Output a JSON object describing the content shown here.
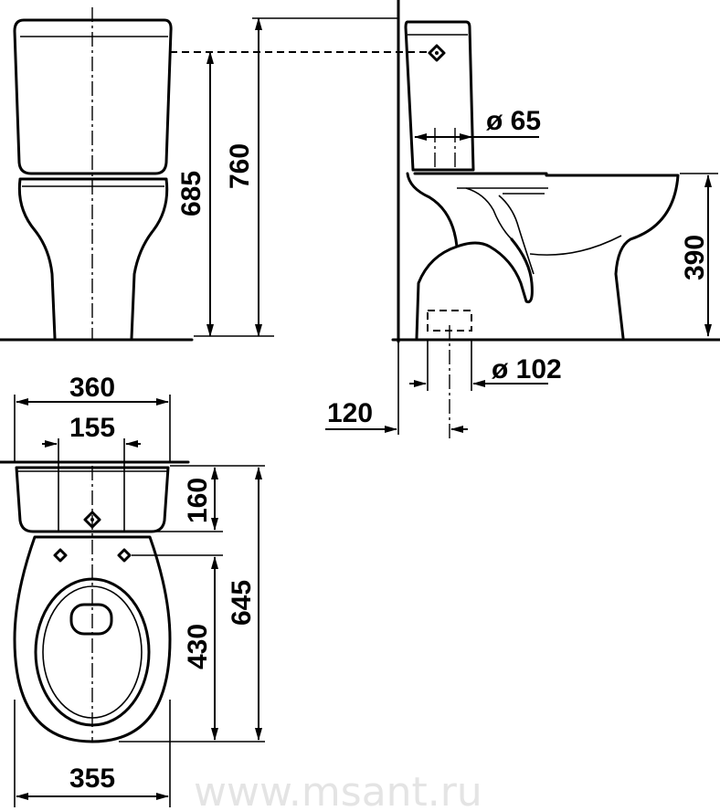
{
  "dimensions": {
    "tank_top_width": "360",
    "mount_hole_spacing": "155",
    "tank_depth": "160",
    "total_depth": "645",
    "bowl_length": "430",
    "bowl_width": "355",
    "height_to_tank_holes": "685",
    "total_height": "760",
    "rim_height": "390",
    "inlet_diameter": "ø 65",
    "outlet_diameter": "ø 102",
    "outlet_offset_from_wall": "120"
  },
  "watermark": "www.msant.ru"
}
